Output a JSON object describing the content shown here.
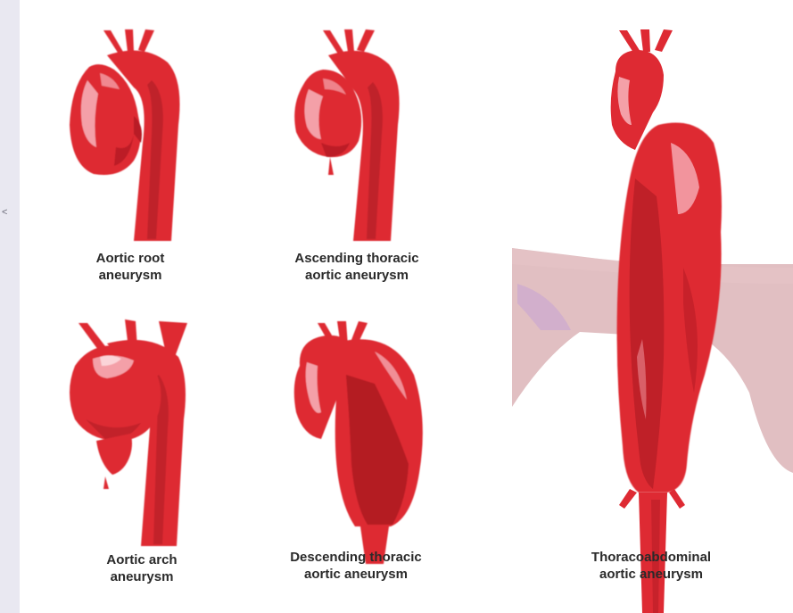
{
  "colors": {
    "aorta_fill": "#de2a33",
    "aorta_dark": "#a51720",
    "aorta_highlight": "#f4a0a8",
    "aorta_deep": "#b81c25",
    "diaphragm": "#c98a8f",
    "panel_bg": "#ffffff",
    "frame_bg": "#e9e8f1"
  },
  "labels": {
    "aortic_root": "Aortic root\naneurysm",
    "ascending_thoracic": "Ascending thoracic\naortic aneurysm",
    "aortic_arch": "Aortic arch\naneurysm",
    "descending_thoracic": "Descending thoracic\naortic aneurysm",
    "thoracoabdominal": "Thoracoabdominal\naortic aneurysm"
  },
  "left_strip_mark": "<"
}
